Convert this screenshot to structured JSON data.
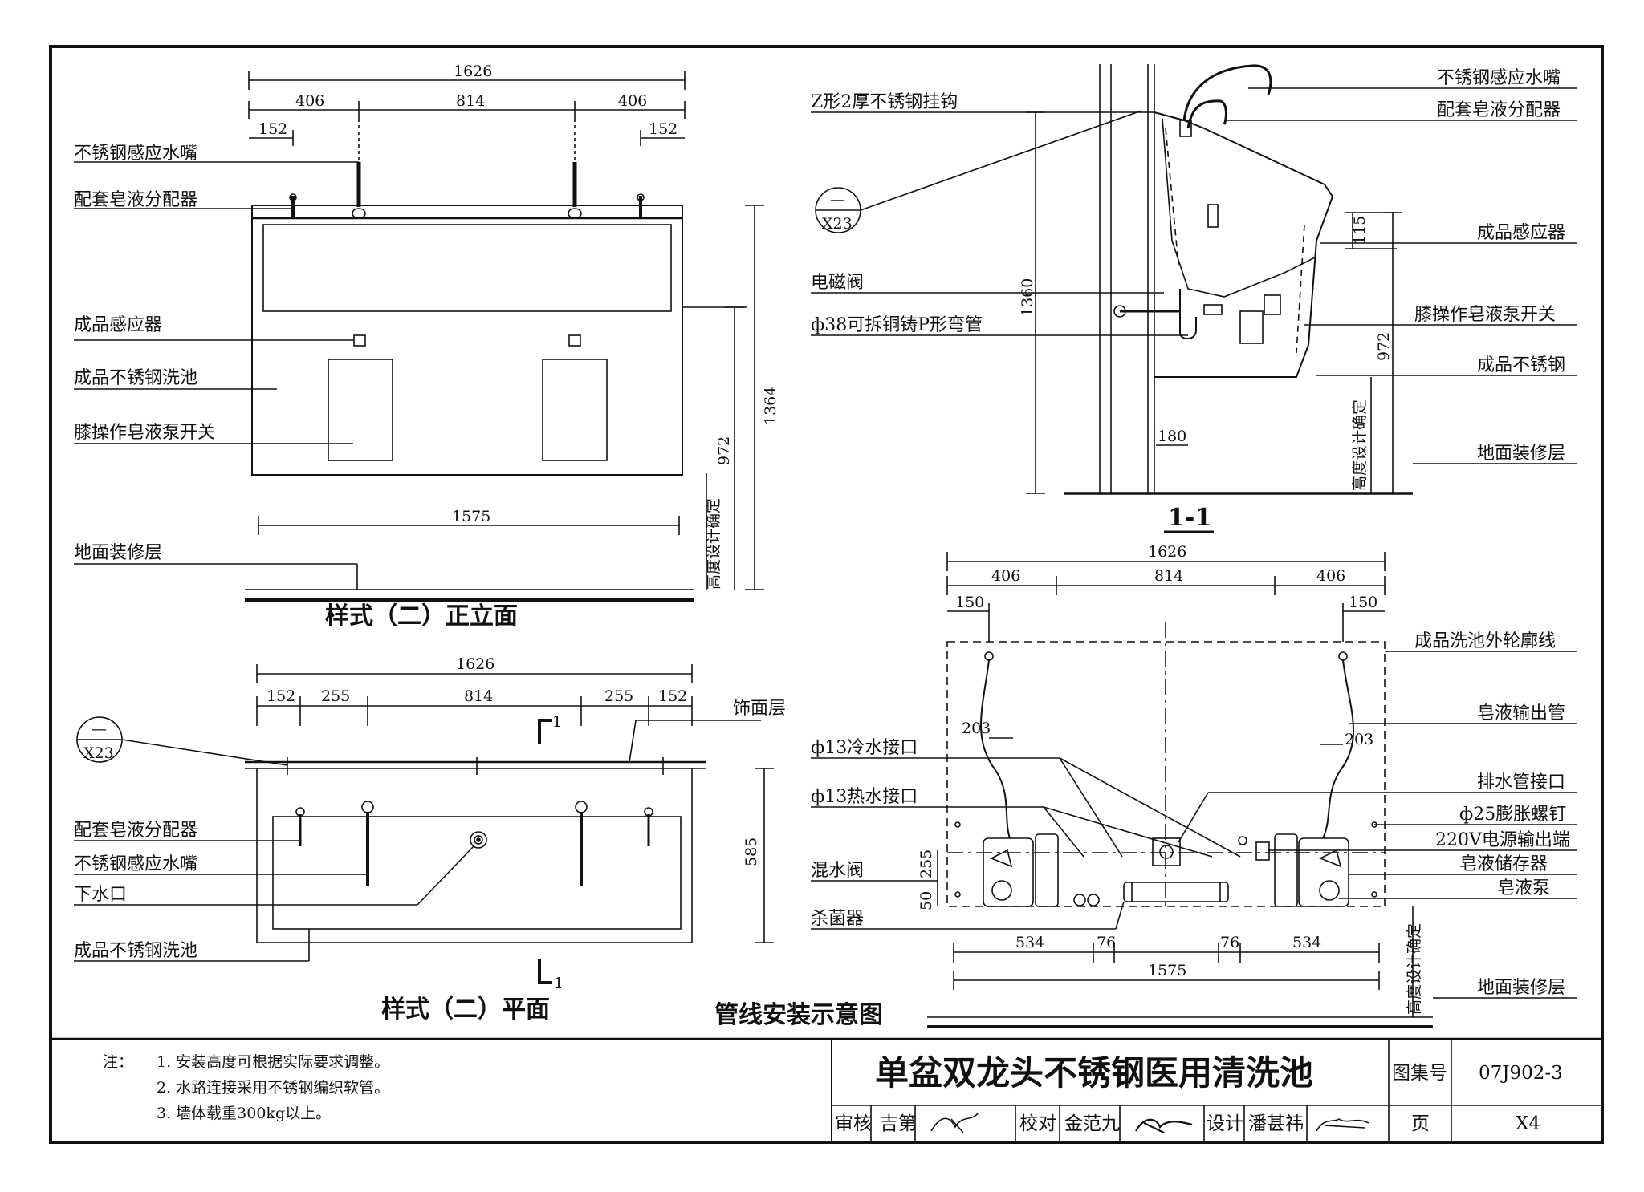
{
  "front_elevation": {
    "title": "样式（二）正立面",
    "labels": [
      "不锈钢感应水嘴",
      "配套皂液分配器",
      "成品感应器",
      "成品不锈钢洗池",
      "膝操作皂液泵开关",
      "地面装修层"
    ],
    "dims_top": {
      "total": "1626",
      "left": "406",
      "mid": "814",
      "right": "406",
      "edge_l": "152",
      "edge_r": "152"
    },
    "dim_bottom": "1575",
    "dim_v1": "972",
    "dim_v2": "1364",
    "height_note": "高度设计确定"
  },
  "plan": {
    "title": "样式（二）平面",
    "labels": [
      "配套皂液分配器",
      "不锈钢感应水嘴",
      "下水口",
      "成品不锈钢洗池",
      "饰面层"
    ],
    "dims_top": {
      "total": "1626",
      "a": "152",
      "b": "255",
      "c": "814",
      "d": "255",
      "e": "152"
    },
    "dim_v": "585",
    "ref_top": "—",
    "ref_bot": "X23",
    "section_top": "1",
    "section_bot": "1"
  },
  "section": {
    "title": "1-1",
    "labels_left": [
      "Z形2厚不锈钢挂钩",
      "电磁阀",
      "ф38可拆铜铸P形弯管"
    ],
    "labels_right": [
      "不锈钢感应水嘴",
      "配套皂液分配器",
      "成品感应器",
      "膝操作皂液泵开关",
      "成品不锈钢",
      "地面装修层"
    ],
    "ref_top": "—",
    "ref_bot": "X23",
    "dim_1360": "1360",
    "dim_115": "115",
    "dim_972": "972",
    "dim_180": "180",
    "height_note": "高度设计确定"
  },
  "piping": {
    "title": "管线安装示意图",
    "labels_left": [
      "ф13冷水接口",
      "ф13热水接口",
      "混水阀",
      "杀菌器"
    ],
    "labels_right": [
      "成品洗池外轮廓线",
      "皂液输出管",
      "排水管接口",
      "ф25膨胀螺钉",
      "220V电源输出端",
      "皂液储存器",
      "皂液泵",
      "地面装修层"
    ],
    "dims_top": {
      "total": "1626",
      "left": "406",
      "mid": "814",
      "right": "406",
      "edge_l": "150",
      "edge_r": "150"
    },
    "dim_203": "203",
    "dim_255": "255",
    "dim_50": "50",
    "dims_bottom": {
      "a": "534",
      "b": "76",
      "c": "76",
      "d": "534",
      "total": "1575"
    },
    "height_note": "高度设计确定"
  },
  "notes": {
    "head": "注：",
    "items": [
      "1.  安装高度可根据实际要求调整。",
      "2.  水路连接采用不锈钢编织软管。",
      "3.  墙体载重300kg以上。"
    ]
  },
  "title_block": {
    "drawing_title": "单盆双龙头不锈钢医用清洗池",
    "atlas_label": "图集号",
    "atlas_no": "07J902-3",
    "review_label": "审核",
    "reviewer": "吉第",
    "check_label": "校对",
    "checker": "金范九",
    "design_label": "设计",
    "designer": "潘甚祎",
    "page_label": "页",
    "page_no": "X4"
  }
}
